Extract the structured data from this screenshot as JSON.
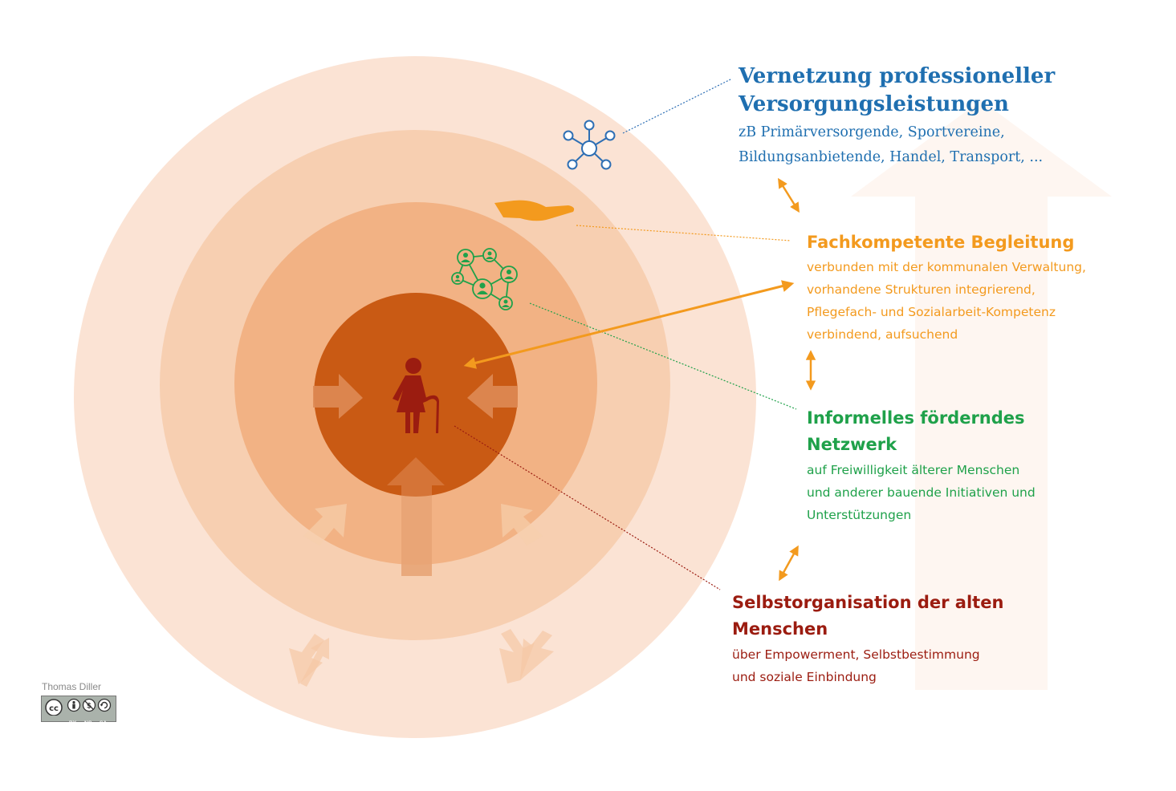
{
  "levels": {
    "professional": {
      "title_line1": "Vernetzung professioneller",
      "title_line2": "Versorgungsleistungen",
      "sub_line1": "zB Primärversorgende, Sportvereine,",
      "sub_line2": "Bildungsanbietende, Handel, Transport, ...",
      "color": "#1f6fb0",
      "icon": "network-hub-icon"
    },
    "expert": {
      "title": "Fachkompetente Begleitung",
      "lines": [
        "verbunden mit der kommunalen Verwaltung,",
        "vorhandene Strukturen integrierend,",
        "Pflegefach- und Sozialarbeit-Kompetenz",
        "verbindend, aufsuchend"
      ],
      "color": "#f39a1e",
      "icon": "helping-hand-icon"
    },
    "informal": {
      "title_line1": "Informelles förderndes",
      "title_line2": "Netzwerk",
      "lines": [
        "auf Freiwilligkeit älterer Menschen",
        "und anderer bauende Initiativen und",
        "Unterstützungen"
      ],
      "color": "#1fa14a",
      "icon": "people-network-icon"
    },
    "self": {
      "title_line1": "Selbstorganisation der alten",
      "title_line2": "Menschen",
      "lines": [
        "über Empowerment, Selbstbestimmung",
        "und soziale Einbindung"
      ],
      "color": "#9b1c10",
      "icon": "elderly-person-icon"
    }
  },
  "rings": {
    "outer": "#fbe3d4",
    "second": "#f7cfb1",
    "third": "#f2b284",
    "core": "#c95a14"
  },
  "credit": {
    "author": "Thomas Diller",
    "license_parts": [
      "BY",
      "NC",
      "SA"
    ],
    "license_icon": "creative-commons-icon"
  }
}
